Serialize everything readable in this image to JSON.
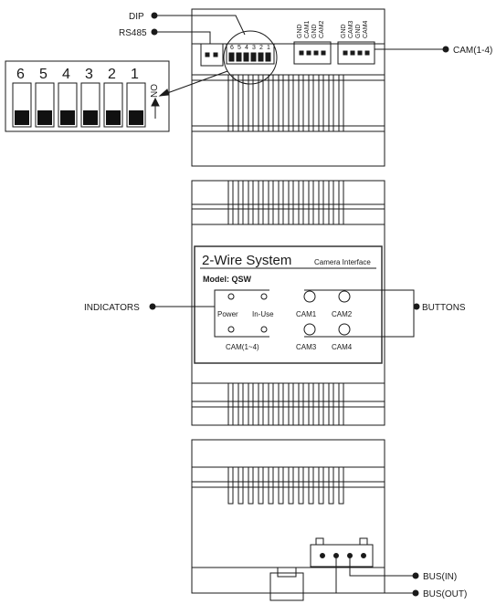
{
  "callouts": {
    "dip": "DIP",
    "rs485": "RS485",
    "cam_range": "CAM(1-4)",
    "indicators": "INDICATORS",
    "buttons": "BUTTONS",
    "bus_in": "BUS(IN)",
    "bus_out": "BUS(OUT)"
  },
  "dip_switch": {
    "numbers": [
      "6",
      "5",
      "4",
      "3",
      "2",
      "1"
    ],
    "on_label": "ON",
    "mini_numbers": [
      "6",
      "5",
      "4",
      "3",
      "2",
      "1"
    ]
  },
  "camera_terminals": {
    "left": [
      "GND",
      "CAM1",
      "GND",
      "CAM2"
    ],
    "right": [
      "GND",
      "CAM3",
      "GND",
      "CAM4"
    ]
  },
  "panel": {
    "title": "2-Wire System",
    "subtitle": "Camera Interface",
    "model": "Model: QSW",
    "indicator_labels": [
      "Power",
      "In-Use"
    ],
    "indicator_caption": "CAM(1~4)",
    "button_labels": [
      "CAM1",
      "CAM2",
      "CAM3",
      "CAM4"
    ]
  },
  "colors": {
    "line": "#1a1a1a",
    "switch_fill": "#111111",
    "panel_border": "#333333"
  }
}
